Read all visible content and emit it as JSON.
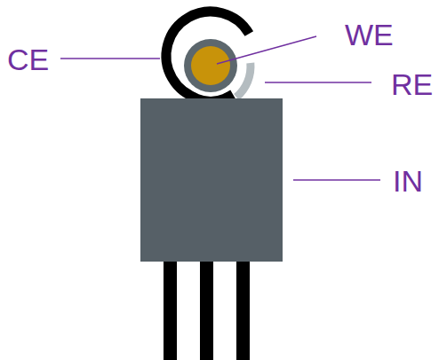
{
  "diagram": {
    "labels": [
      "WE",
      "CE",
      "RE",
      "IN"
    ]
  }
}
